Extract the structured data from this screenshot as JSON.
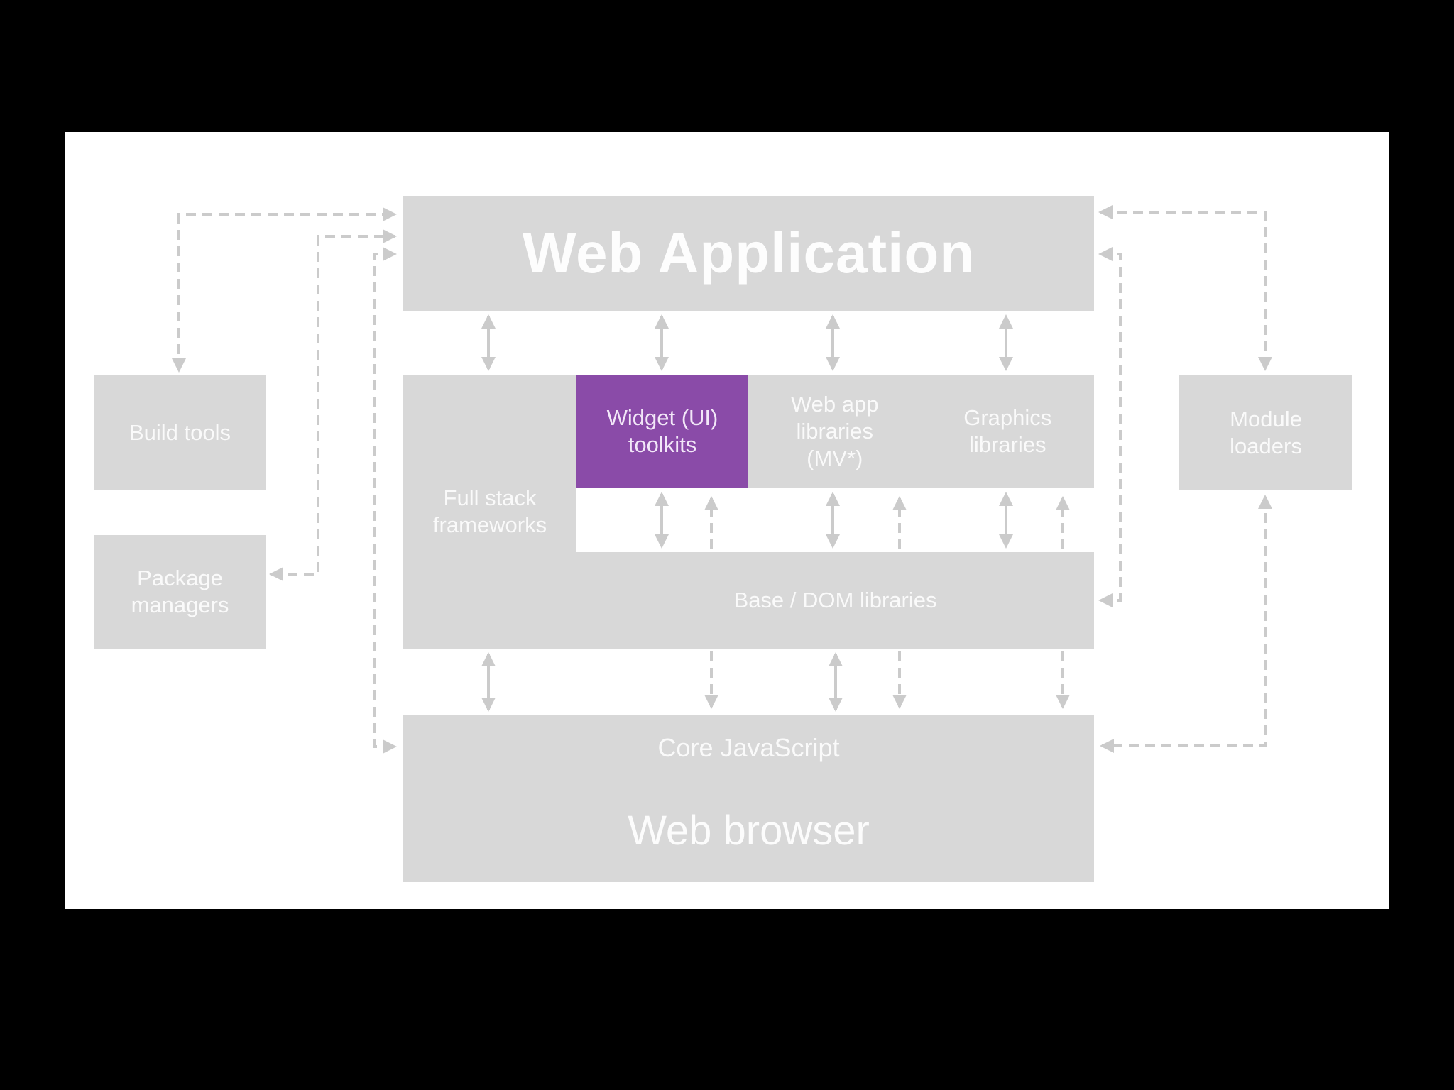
{
  "slide": {
    "boxes": {
      "web_application": {
        "label": "Web Application"
      },
      "build_tools": {
        "label": "Build tools"
      },
      "package_managers": {
        "label": "Package\nmanagers"
      },
      "module_loaders": {
        "label": "Module\nloaders"
      },
      "full_stack_frameworks": {
        "label": "Full stack\nframeworks"
      },
      "widget_toolkits": {
        "label": "Widget (UI)\ntoolkits",
        "highlighted": true
      },
      "web_app_libraries": {
        "label": "Web app\nlibraries\n(MV*)"
      },
      "graphics_libraries": {
        "label": "Graphics\nlibraries"
      },
      "base_dom_libraries": {
        "label": "Base / DOM libraries"
      },
      "core_javascript": {
        "label": "Core JavaScript"
      },
      "web_browser": {
        "label": "Web browser"
      }
    },
    "colors": {
      "background": "#000000",
      "slide_bg": "#ffffff",
      "box_gray": "#d8d8d8",
      "highlight_purple": "#8a4ba8",
      "box_text": "#fafafa",
      "highlight_text": "#f2e7f8",
      "webapp_text": "#fdfdfd",
      "arrow": "#cbcbcb"
    }
  }
}
